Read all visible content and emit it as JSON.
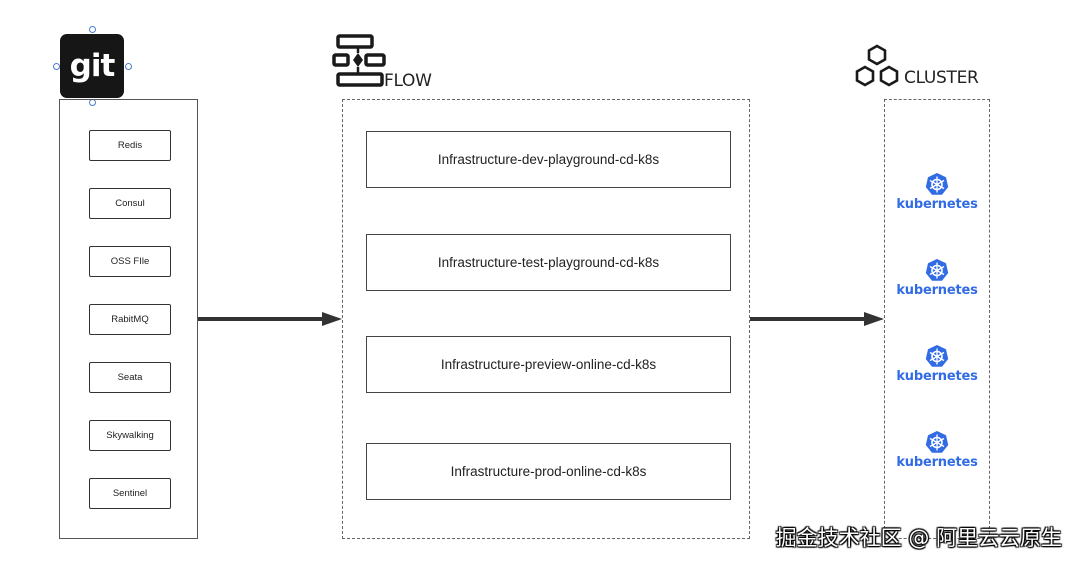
{
  "headers": {
    "git": "git",
    "flow": "FLOW",
    "cluster": "CLUSTER"
  },
  "git_items": [
    "Redis",
    "Consul",
    "OSS FIle",
    "RabitMQ",
    "Seata",
    "Skywalking",
    "Sentinel"
  ],
  "flow_items": [
    "Infrastructure-dev-playground-cd-k8s",
    "Infrastructure-test-playground-cd-k8s",
    "Infrastructure-preview-online-cd-k8s",
    "Infrastructure-prod-online-cd-k8s"
  ],
  "clusters": [
    "kubernetes",
    "kubernetes",
    "kubernetes",
    "kubernetes"
  ],
  "watermark": "掘金技术社区 @ 阿里云云原生",
  "colors": {
    "k8s_blue": "#326ce5",
    "arrow": "#333333"
  },
  "icons": {
    "flow": "flow-diagram-icon",
    "cluster": "hexagons-icon",
    "k8s": "kubernetes-helm-icon"
  }
}
